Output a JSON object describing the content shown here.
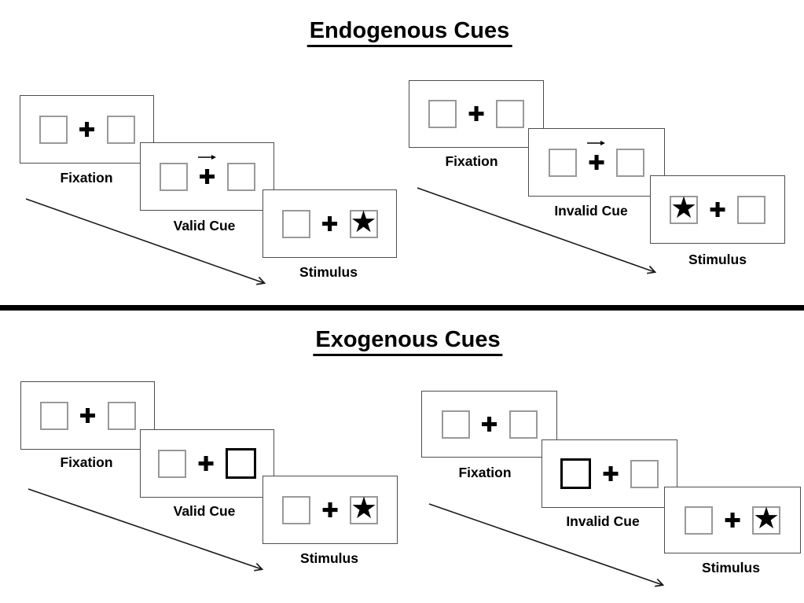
{
  "figure": {
    "background": "#ffffff"
  },
  "colors": {
    "panel_border": "#4d4d4d",
    "box_border": "#999999",
    "cue_box_border": "#000000",
    "text": "#000000",
    "divider": "#000000"
  },
  "symbols": {
    "plus": "✚",
    "star": "★"
  },
  "sections": [
    {
      "title": "Endogenous Cues",
      "groups": [
        {
          "name": "valid-trial",
          "panels": [
            {
              "label": "Fixation",
              "left_box": "empty",
              "right_box": "empty",
              "center": "plus"
            },
            {
              "label": "Valid Cue",
              "left_box": "empty",
              "right_box": "empty",
              "center": "plus-with-right-arrow"
            },
            {
              "label": "Stimulus",
              "left_box": "empty",
              "right_box": "star",
              "center": "plus"
            }
          ]
        },
        {
          "name": "invalid-trial",
          "panels": [
            {
              "label": "Fixation",
              "left_box": "empty",
              "right_box": "empty",
              "center": "plus"
            },
            {
              "label": "Invalid Cue",
              "left_box": "empty",
              "right_box": "empty",
              "center": "plus-with-right-arrow"
            },
            {
              "label": "Stimulus",
              "left_box": "star",
              "right_box": "empty",
              "center": "plus"
            }
          ]
        }
      ]
    },
    {
      "title": "Exogenous Cues",
      "groups": [
        {
          "name": "valid-trial",
          "panels": [
            {
              "label": "Fixation",
              "left_box": "empty",
              "right_box": "empty",
              "center": "plus"
            },
            {
              "label": "Valid Cue",
              "left_box": "empty",
              "right_box": "highlighted",
              "center": "plus"
            },
            {
              "label": "Stimulus",
              "left_box": "empty",
              "right_box": "star",
              "center": "plus"
            }
          ]
        },
        {
          "name": "invalid-trial",
          "panels": [
            {
              "label": "Fixation",
              "left_box": "empty",
              "right_box": "empty",
              "center": "plus"
            },
            {
              "label": "Invalid Cue",
              "left_box": "highlighted",
              "right_box": "empty",
              "center": "plus"
            },
            {
              "label": "Stimulus",
              "left_box": "empty",
              "right_box": "star",
              "center": "plus"
            }
          ]
        }
      ]
    }
  ]
}
